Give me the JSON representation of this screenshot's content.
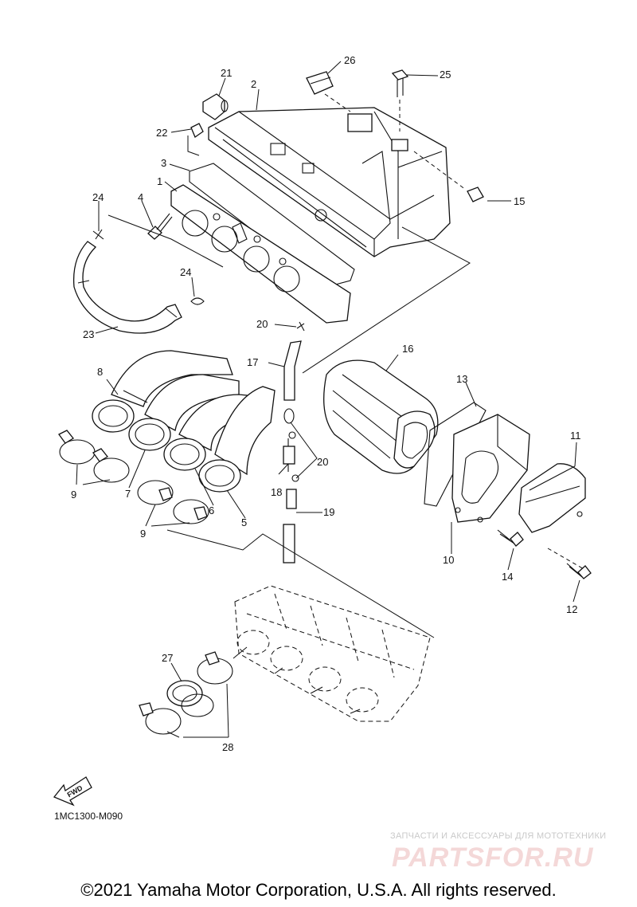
{
  "labels": {
    "l1": "1",
    "l2": "2",
    "l3": "3",
    "l4": "4",
    "l5": "5",
    "l6": "6",
    "l7": "7",
    "l8": "8",
    "l9a": "9",
    "l9b": "9",
    "l10": "10",
    "l11": "11",
    "l12": "12",
    "l13": "13",
    "l14": "14",
    "l15": "15",
    "l16": "16",
    "l17": "17",
    "l18": "18",
    "l19": "19",
    "l20a": "20",
    "l20b": "20",
    "l21": "21",
    "l22": "22",
    "l23": "23",
    "l24a": "24",
    "l24b": "24",
    "l25": "25",
    "l26": "26",
    "l27": "27",
    "l28": "28"
  },
  "fwd_badge": "FWD",
  "doc_id": "1MC1300-M090",
  "watermark": {
    "tagline": "ЗАПЧАСТИ И АКСЕССУАРЫ ДЛЯ МОТОТЕХНИКИ",
    "logo": "PARTSFOR.RU"
  },
  "copyright": "©2021 Yamaha Motor Corporation, U.S.A. All rights reserved."
}
